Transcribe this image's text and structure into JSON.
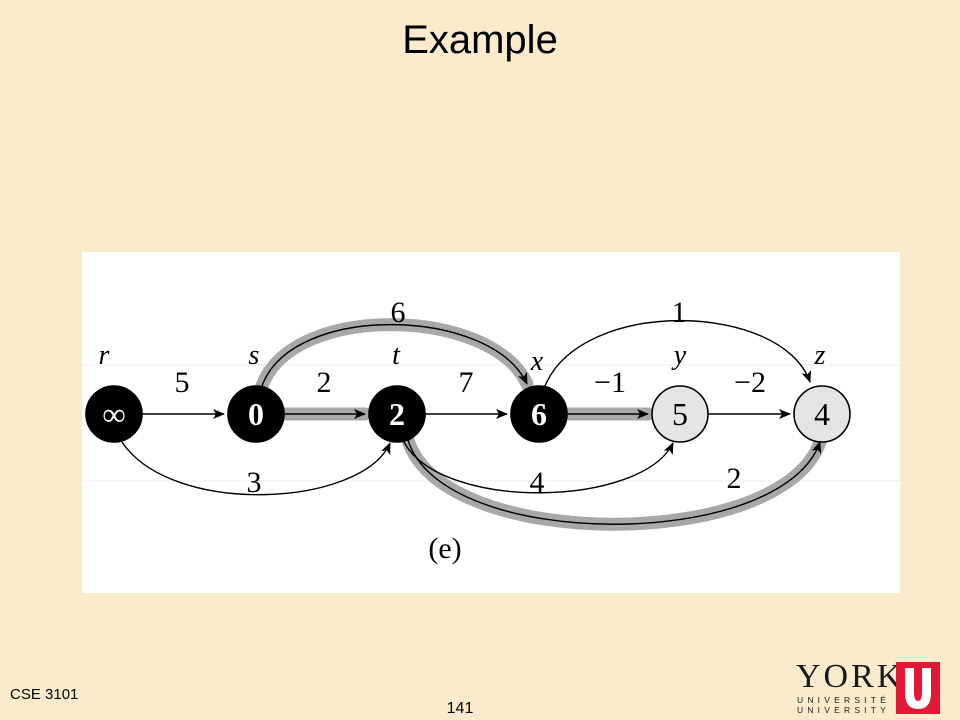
{
  "slide": {
    "title": "Example"
  },
  "footer": {
    "course": "CSE 3101",
    "page_number": "141"
  },
  "logo": {
    "word": "YORK",
    "line1": "UNIVERSITÉ",
    "line2": "UNIVERSITY"
  },
  "figure": {
    "caption": "(e)",
    "nodes": [
      {
        "id": "r",
        "label": "r",
        "value": "∞",
        "fill": "#000000"
      },
      {
        "id": "s",
        "label": "s",
        "value": "0",
        "fill": "#000000"
      },
      {
        "id": "t",
        "label": "t",
        "value": "2",
        "fill": "#000000"
      },
      {
        "id": "x",
        "label": "x",
        "value": "6",
        "fill": "#000000"
      },
      {
        "id": "y",
        "label": "y",
        "value": "5",
        "fill": "#E4E4E4"
      },
      {
        "id": "z",
        "label": "z",
        "value": "4",
        "fill": "#E4E4E4"
      }
    ],
    "edges": [
      {
        "from": "r",
        "to": "s",
        "weight": "5",
        "shortest_path": false
      },
      {
        "from": "s",
        "to": "t",
        "weight": "2",
        "shortest_path": true
      },
      {
        "from": "t",
        "to": "x",
        "weight": "7",
        "shortest_path": false
      },
      {
        "from": "x",
        "to": "y",
        "weight": "−1",
        "shortest_path": true
      },
      {
        "from": "y",
        "to": "z",
        "weight": "−2",
        "shortest_path": false
      },
      {
        "from": "s",
        "to": "x",
        "weight": "6",
        "shortest_path": true
      },
      {
        "from": "x",
        "to": "z",
        "weight": "1",
        "shortest_path": false
      },
      {
        "from": "r",
        "to": "t",
        "weight": "3",
        "shortest_path": false
      },
      {
        "from": "t",
        "to": "y",
        "weight": "4",
        "shortest_path": false
      },
      {
        "from": "t",
        "to": "z",
        "weight": "2",
        "shortest_path": true
      }
    ],
    "colors": {
      "highlight": "#A8A8A8",
      "edge": "#000000",
      "logo_red": "#E31837"
    }
  }
}
